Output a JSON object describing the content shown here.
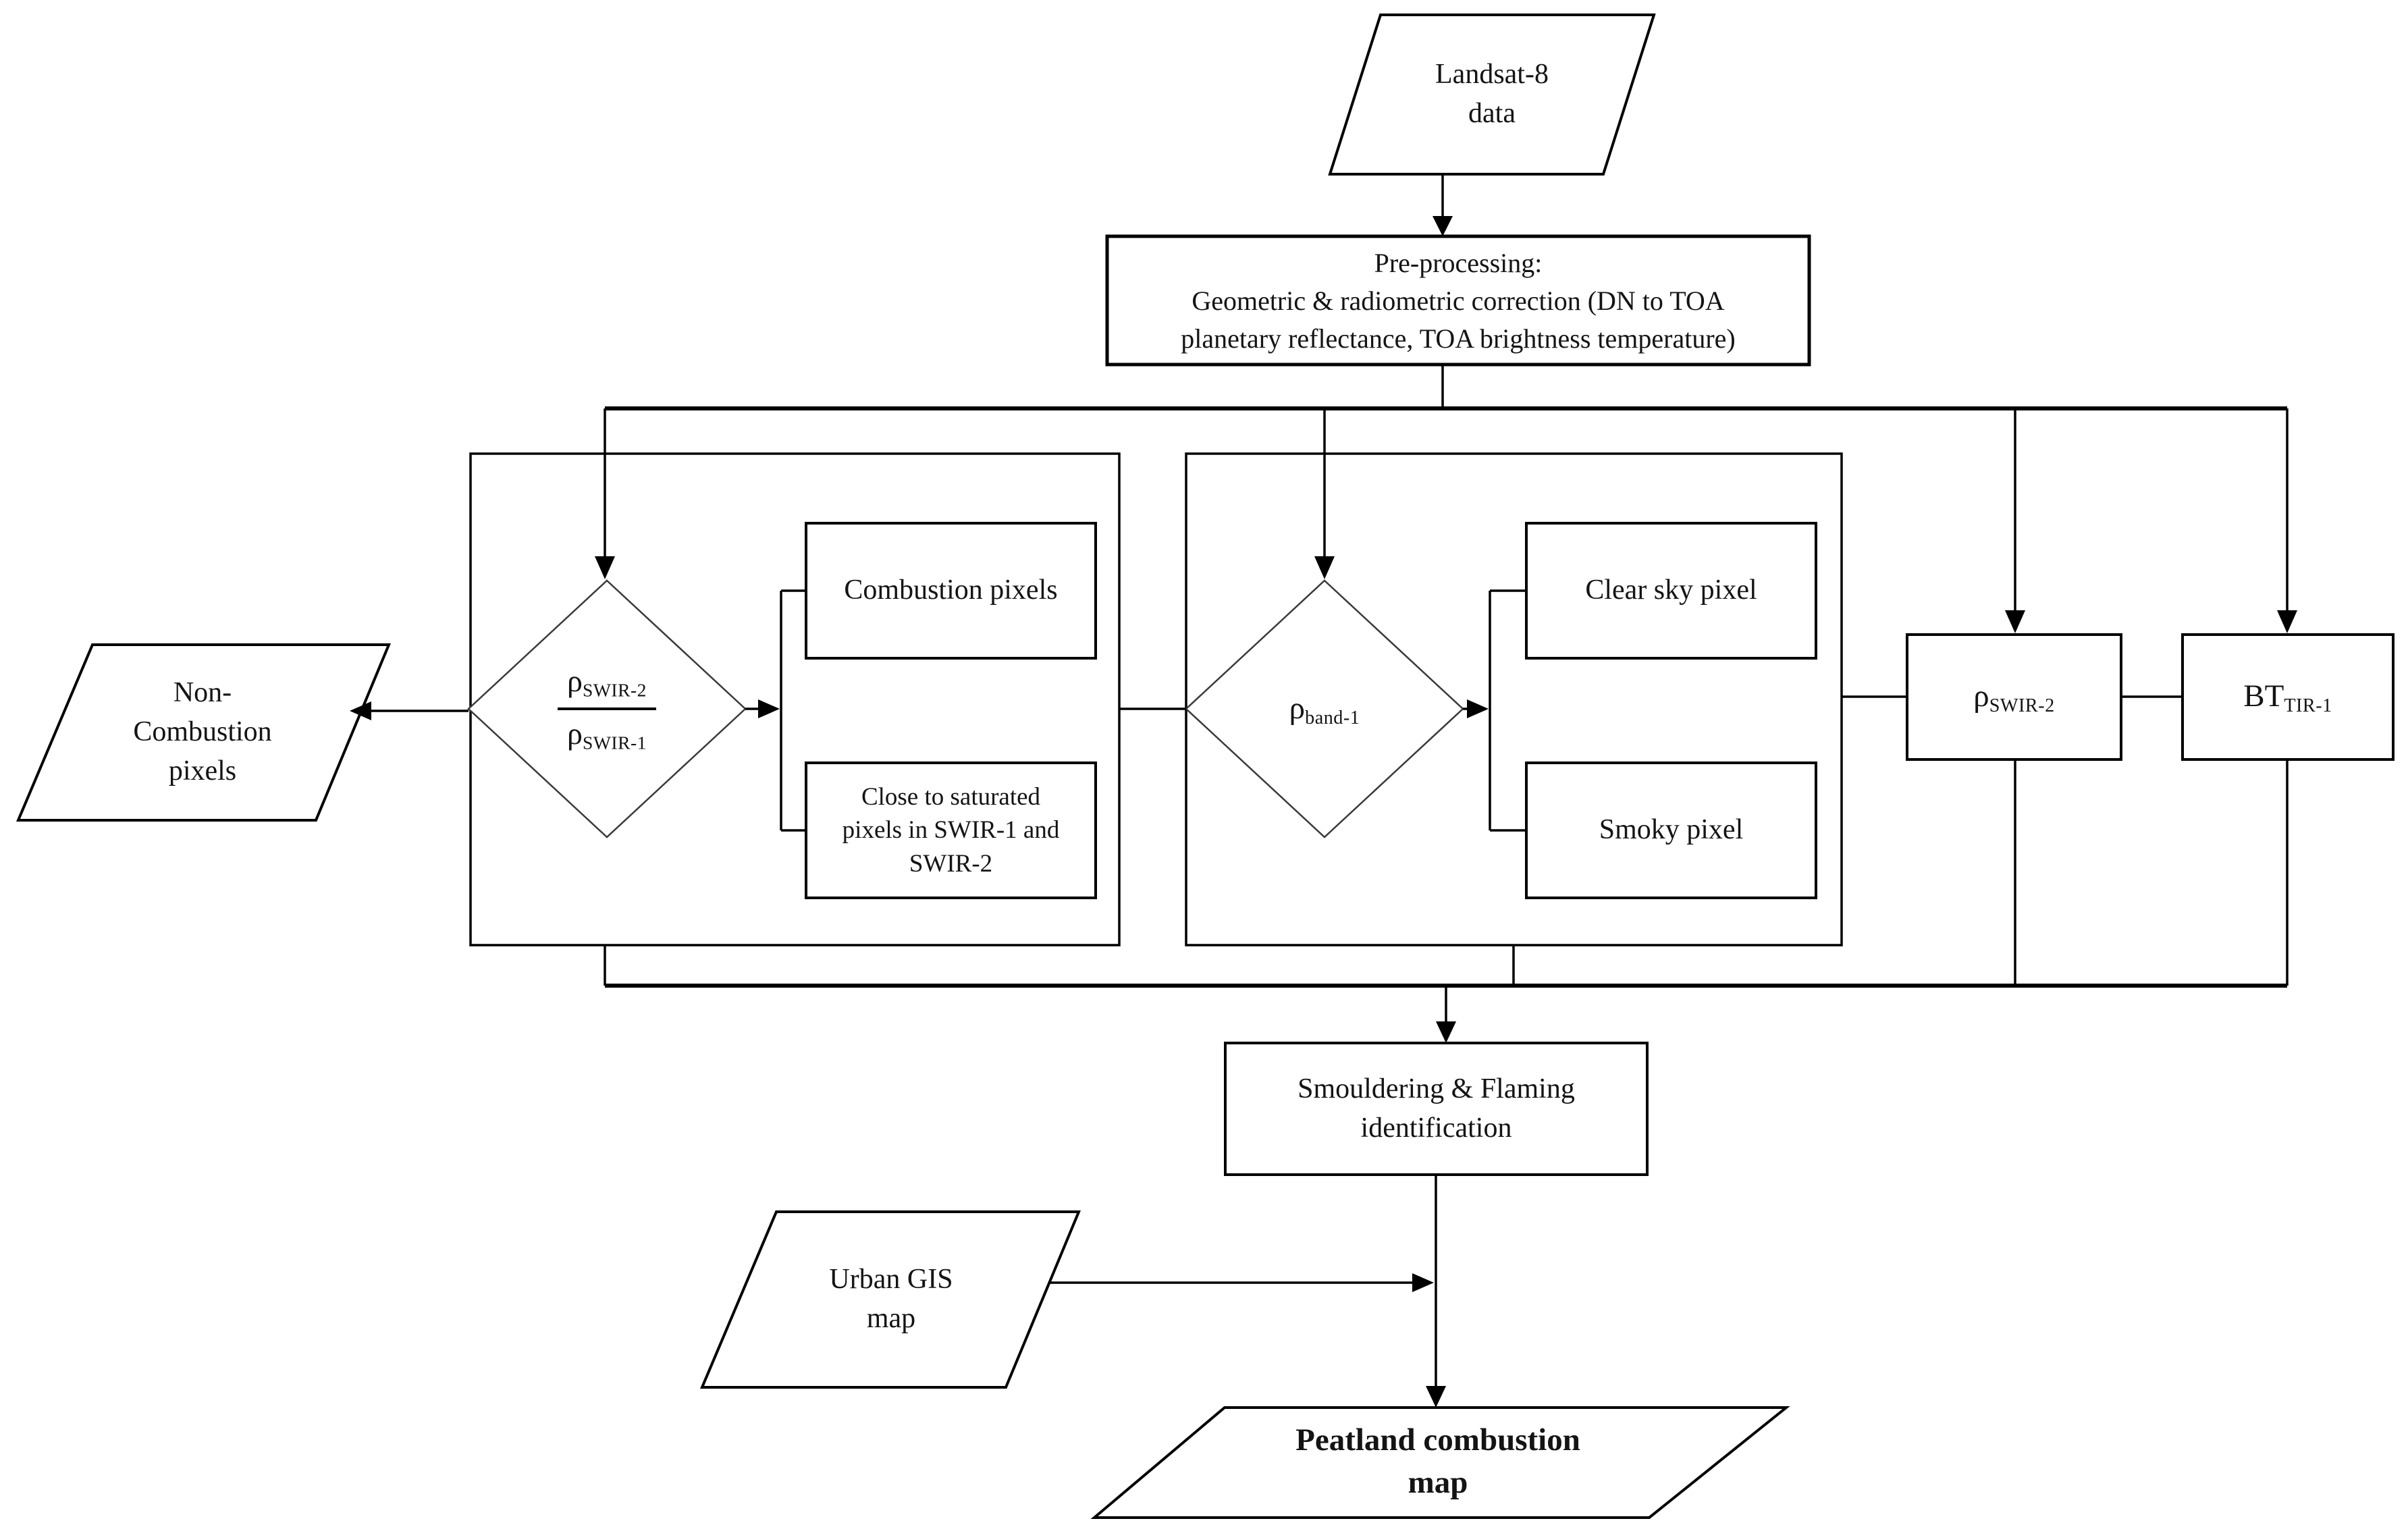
{
  "diagram": {
    "background": "#ffffff",
    "stroke_color": "#000000",
    "text_color": "#141414",
    "nodes": {
      "landsat": {
        "shape": "parallelogram",
        "lines": [
          "Landsat-8",
          "data"
        ]
      },
      "preprocessing": {
        "shape": "rectangle",
        "lines": [
          "Pre-processing:",
          "Geometric & radiometric correction (DN to TOA",
          "planetary reflectance, TOA brightness temperature)"
        ]
      },
      "swir_ratio_decision": {
        "shape": "diamond",
        "numerator": {
          "symbol": "ρ",
          "subscript": "SWIR-2"
        },
        "denominator": {
          "symbol": "ρ",
          "subscript": "SWIR-1"
        }
      },
      "non_combustion_pixels": {
        "shape": "parallelogram",
        "lines": [
          "Non-",
          "Combustion",
          "pixels"
        ]
      },
      "combustion_pixels": {
        "shape": "rectangle",
        "label": "Combustion pixels"
      },
      "saturated_pixels": {
        "shape": "rectangle",
        "lines": [
          "Close to saturated",
          "pixels in SWIR-1 and",
          "SWIR-2"
        ]
      },
      "band1_decision": {
        "shape": "diamond",
        "symbol": "ρ",
        "subscript": "band-1"
      },
      "clear_sky_pixel": {
        "shape": "rectangle",
        "label": "Clear sky pixel"
      },
      "smoky_pixel": {
        "shape": "rectangle",
        "label": "Smoky pixel"
      },
      "rho_swir2": {
        "shape": "rectangle",
        "symbol": "ρ",
        "subscript": "SWIR-2"
      },
      "bt_tir1": {
        "shape": "rectangle",
        "symbol": "BT",
        "subscript": "TIR-1"
      },
      "smouldering_flaming": {
        "shape": "rectangle",
        "lines": [
          "Smouldering & Flaming",
          "identification"
        ]
      },
      "urban_gis": {
        "shape": "parallelogram",
        "lines": [
          "Urban GIS",
          "map"
        ]
      },
      "peatland_map": {
        "shape": "parallelogram",
        "lines": [
          "Peatland combustion",
          "map"
        ]
      }
    }
  }
}
